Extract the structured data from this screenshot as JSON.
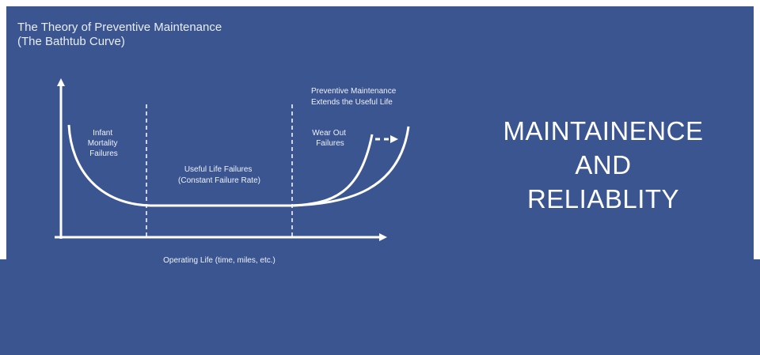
{
  "diagram": {
    "title_line1": "The Theory of Preventive Maintenance",
    "title_line2": "(The Bathtub Curve)",
    "labels": {
      "infant": [
        "Infant",
        "Mortality",
        "Failures"
      ],
      "useful": [
        "Useful Life Failures",
        "(Constant Failure Rate)"
      ],
      "wearout": [
        "Wear Out",
        "Failures"
      ],
      "preventive": [
        "Preventive Maintenance",
        "Extends the Useful Life"
      ],
      "xaxis": "Operating Life (time, miles, etc.)"
    },
    "colors": {
      "background": "#3b5591",
      "line": "#ffffff"
    }
  },
  "heading": {
    "line1": "MAINTAINENCE",
    "line2": "AND",
    "line3": "RELIABLITY"
  }
}
